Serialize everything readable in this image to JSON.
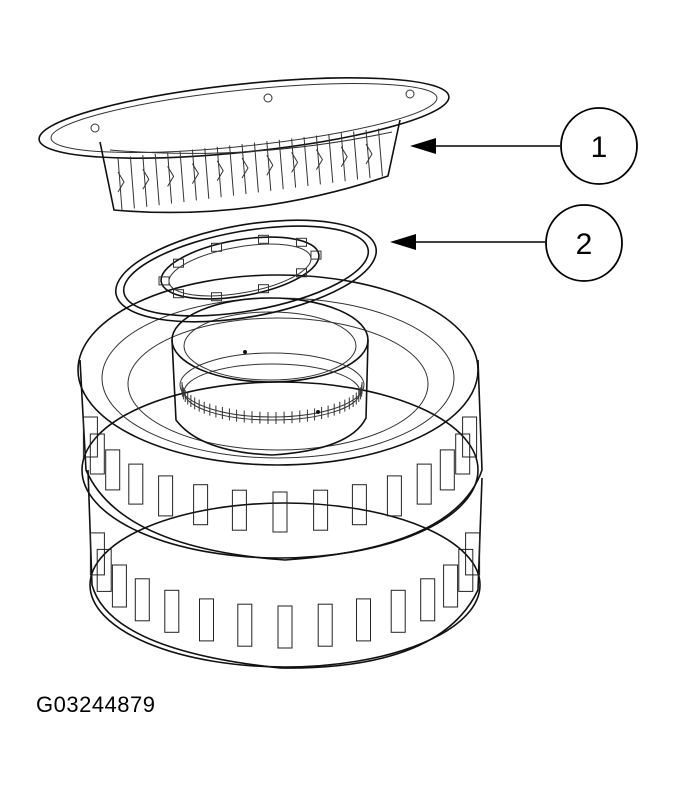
{
  "callouts": [
    {
      "number": "1"
    },
    {
      "number": "2"
    }
  ],
  "figure_id": "G03244879"
}
